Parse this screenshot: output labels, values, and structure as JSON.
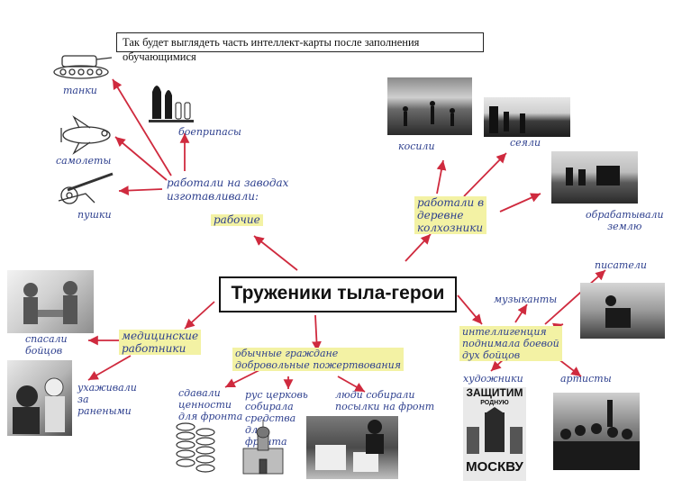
{
  "caption": "Так будет выглядеть часть интеллект-карты после заполнения обучающимися",
  "center": "Труженики тыла-герои",
  "workers": {
    "main": "рабочие",
    "made": "работали на заводах\nизготавливали:",
    "tanks": "танки",
    "ammo": "боеприпасы",
    "planes": "самолеты",
    "guns": "пушки"
  },
  "village": {
    "main": "работали в\nдеревне\nколхозники",
    "mowed": "косили",
    "sowed": "сеяли",
    "tilled": "обрабатывали\nземлю"
  },
  "medical": {
    "main": "медицинские\nработники",
    "saved": "спасали\nбойцов",
    "cared": "ухаживали\nза\nранеными"
  },
  "citizens": {
    "main": "обычные граждане\nдобровольные пожертвования",
    "metal": "сдавали\nценности\nдля фронта",
    "church": "рус церковь\nсобирала\nсредства\nдля\nфронта",
    "parcels": "люди собирали\nпосылки на фронт"
  },
  "intelligentsia": {
    "main": "интеллигенция\nподнимала боевой\nдух бойцов",
    "writers": "писатели",
    "musicians": "музыканты",
    "painters": "художники",
    "artists": "артисты"
  },
  "poster": {
    "top": "ЗАЩИТИМ",
    "mid": "РОДНУЮ",
    "bottom": "МОСКВУ"
  },
  "colors": {
    "ink": "#2d3f8e",
    "arrow": "#cf2a3e",
    "highlight": "#f3f2a4"
  }
}
